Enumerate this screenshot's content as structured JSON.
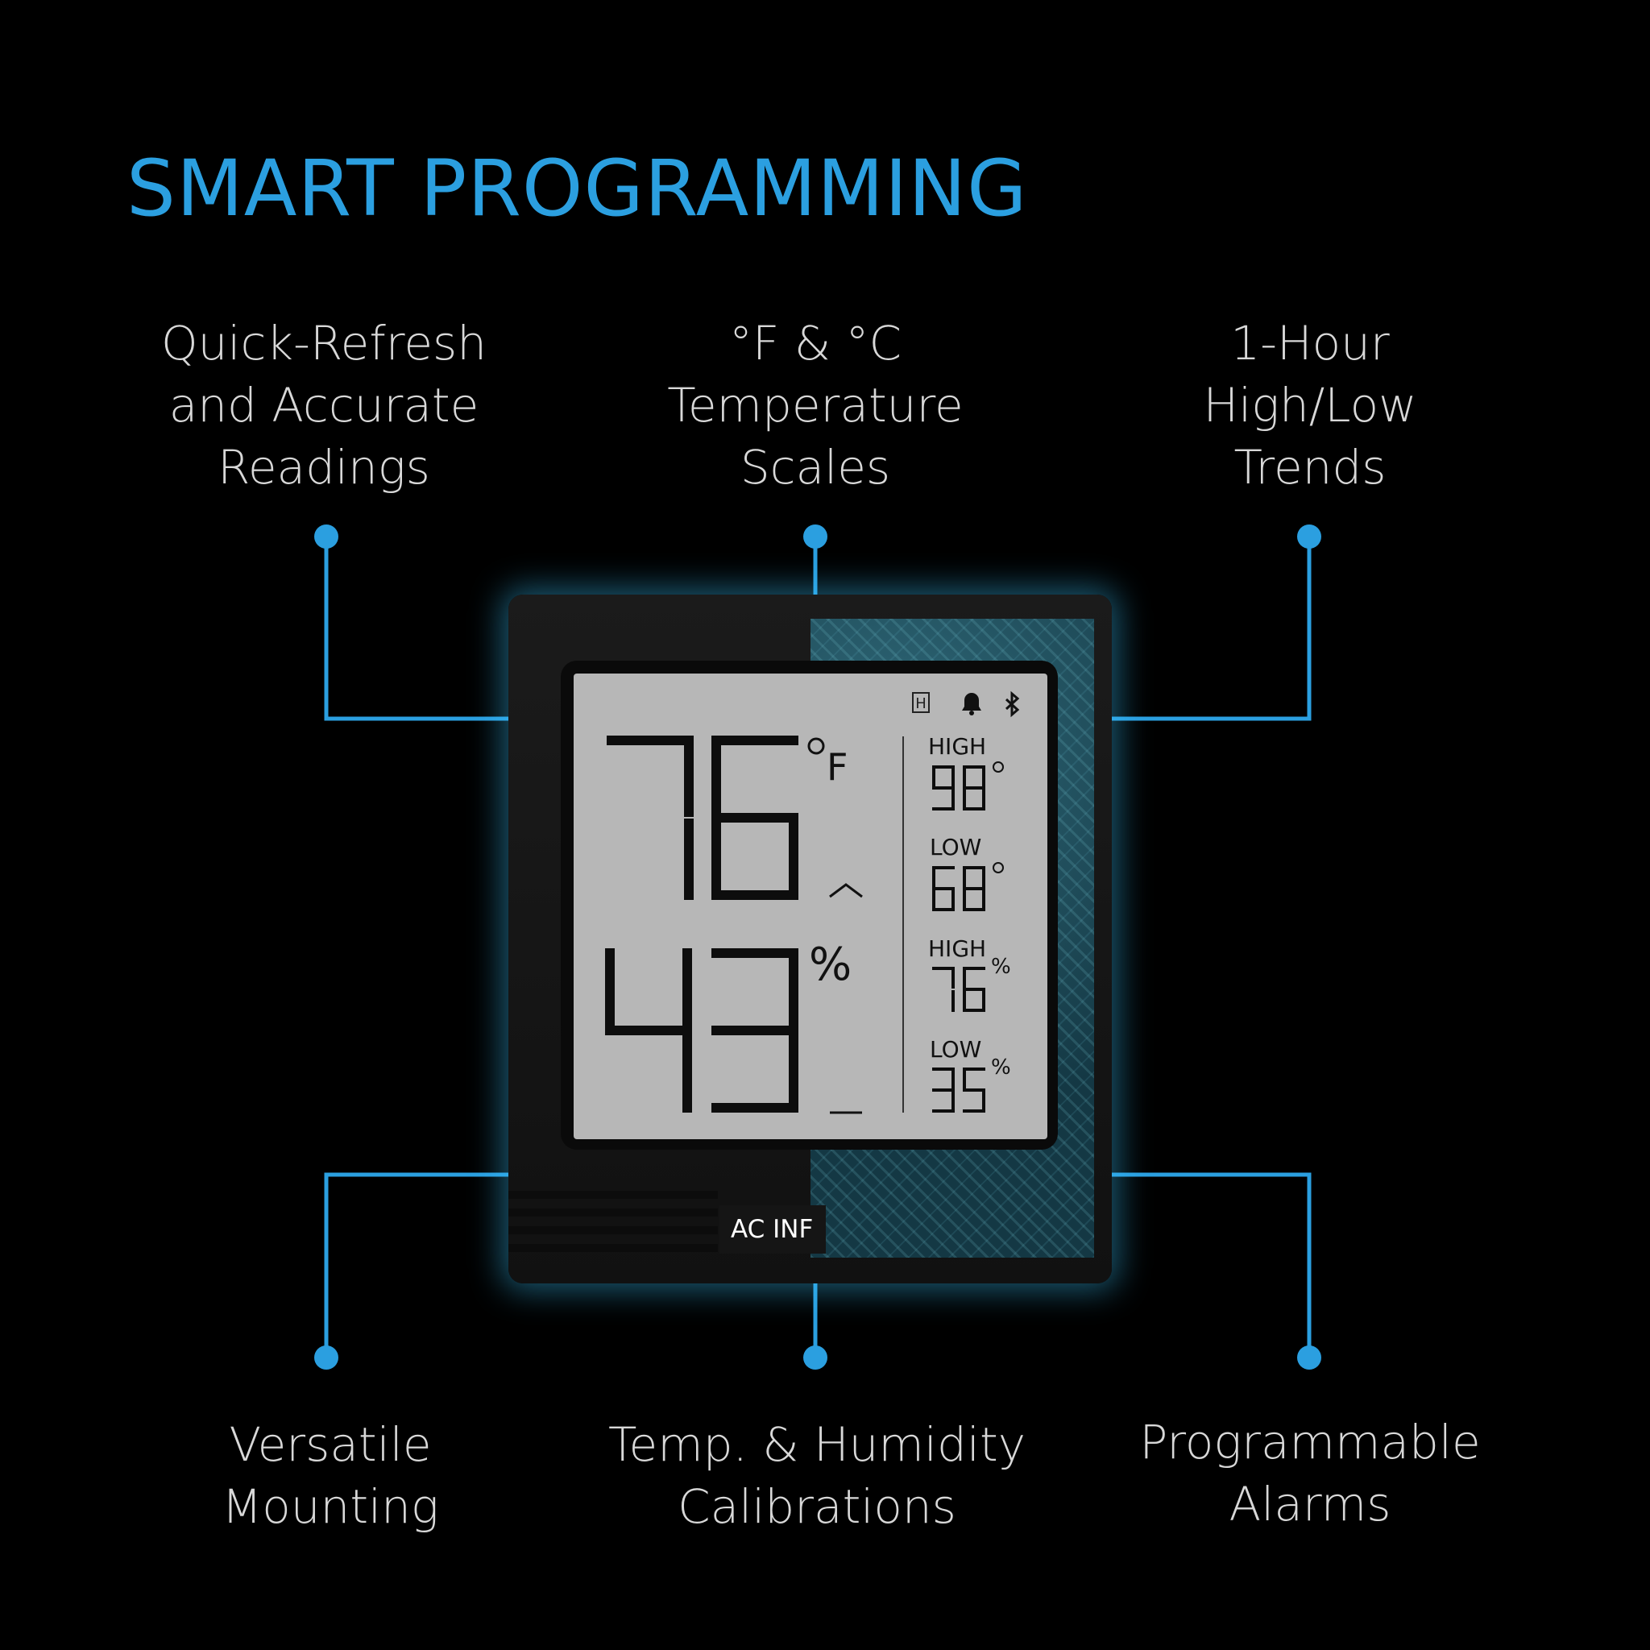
{
  "title": "SMART PROGRAMMING",
  "accent_color": "#2b9fe0",
  "features_top": [
    {
      "lines": [
        "Quick-Refresh",
        "and Accurate",
        "Readings"
      ]
    },
    {
      "lines": [
        "°F & °C",
        "Temperature",
        "Scales"
      ]
    },
    {
      "lines": [
        "1-Hour",
        "High/Low",
        "Trends"
      ]
    }
  ],
  "features_bottom": [
    {
      "lines": [
        "Versatile",
        "Mounting"
      ]
    },
    {
      "lines": [
        "Temp. & Humidity",
        "Calibrations"
      ]
    },
    {
      "lines": [
        "Programmable",
        "Alarms"
      ]
    }
  ],
  "device": {
    "brand": "AC INF",
    "icons": [
      "hold-icon",
      "alarm-bell-icon",
      "bluetooth-icon"
    ],
    "hold_label": "H",
    "temperature": "76",
    "temp_unit": "F",
    "temp_trend": "up",
    "humidity": "43",
    "humidity_unit": "%",
    "humidity_trend": "steady",
    "temp_high_label": "HIGH",
    "temp_high": "98",
    "temp_low_label": "LOW",
    "temp_low": "68",
    "hum_high_label": "HIGH",
    "hum_high": "76",
    "hum_high_unit": "%",
    "hum_low_label": "LOW",
    "hum_low": "35",
    "hum_low_unit": "%"
  }
}
